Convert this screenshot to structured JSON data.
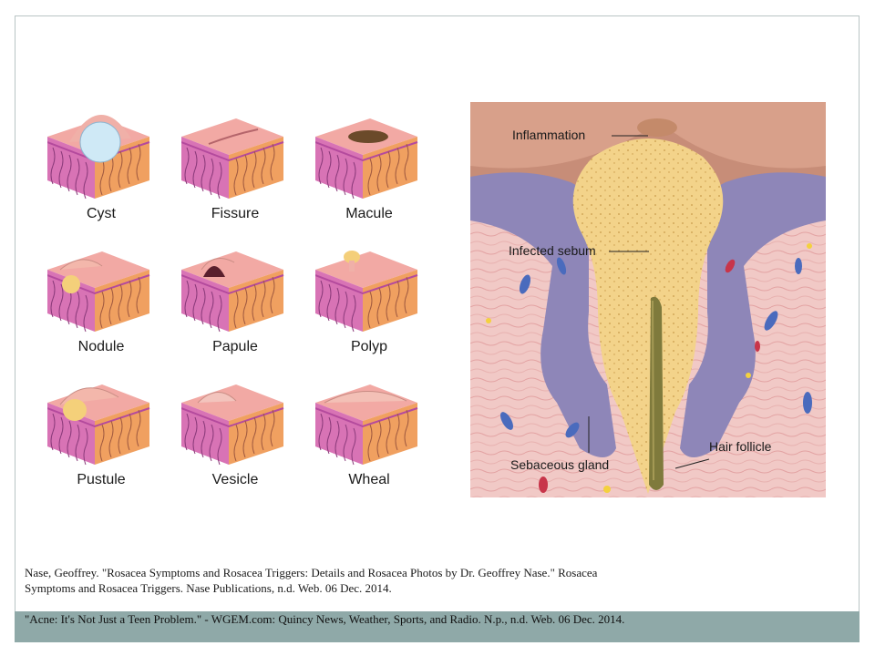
{
  "lesion_grid": [
    {
      "label": "Cyst",
      "lesion": "dome"
    },
    {
      "label": "Fissure",
      "lesion": "crack"
    },
    {
      "label": "Macule",
      "lesion": "flat-spot"
    },
    {
      "label": "Nodule",
      "lesion": "deep-lump"
    },
    {
      "label": "Papule",
      "lesion": "raised-bump"
    },
    {
      "label": "Polyp",
      "lesion": "stalk"
    },
    {
      "label": "Pustule",
      "lesion": "pus-lump"
    },
    {
      "label": "Vesicle",
      "lesion": "blister"
    },
    {
      "label": "Wheal",
      "lesion": "wide-swelling"
    }
  ],
  "acne_diagram": {
    "labels": {
      "inflammation": "Inflammation",
      "infected_sebum": "Infected sebum",
      "sebaceous_gland": "Sebaceous gland",
      "hair_follicle": "Hair follicle"
    }
  },
  "citations": {
    "rosacea": "Nase, Geoffrey. \"Rosacea Symptoms and Rosacea Triggers: Details and Rosacea Photos by Dr. Geoffrey Nase.\" Rosacea Symptoms and Rosacea Triggers. Nase Publications, n.d. Web. 06 Dec. 2014.",
    "acne": "\"Acne: It's Not Just a Teen Problem.\" - WGEM.com: Quincy News, Weather, Sports, and Radio. N.p., n.d. Web. 06 Dec. 2014."
  },
  "colors": {
    "skin_top": "#f2a9a4",
    "skin_side": "#d873b5",
    "dermis": "#f0a060",
    "footer_bar": "#8fa9a8",
    "sebum": "#f3d38a",
    "gland": "#8e86b8"
  }
}
